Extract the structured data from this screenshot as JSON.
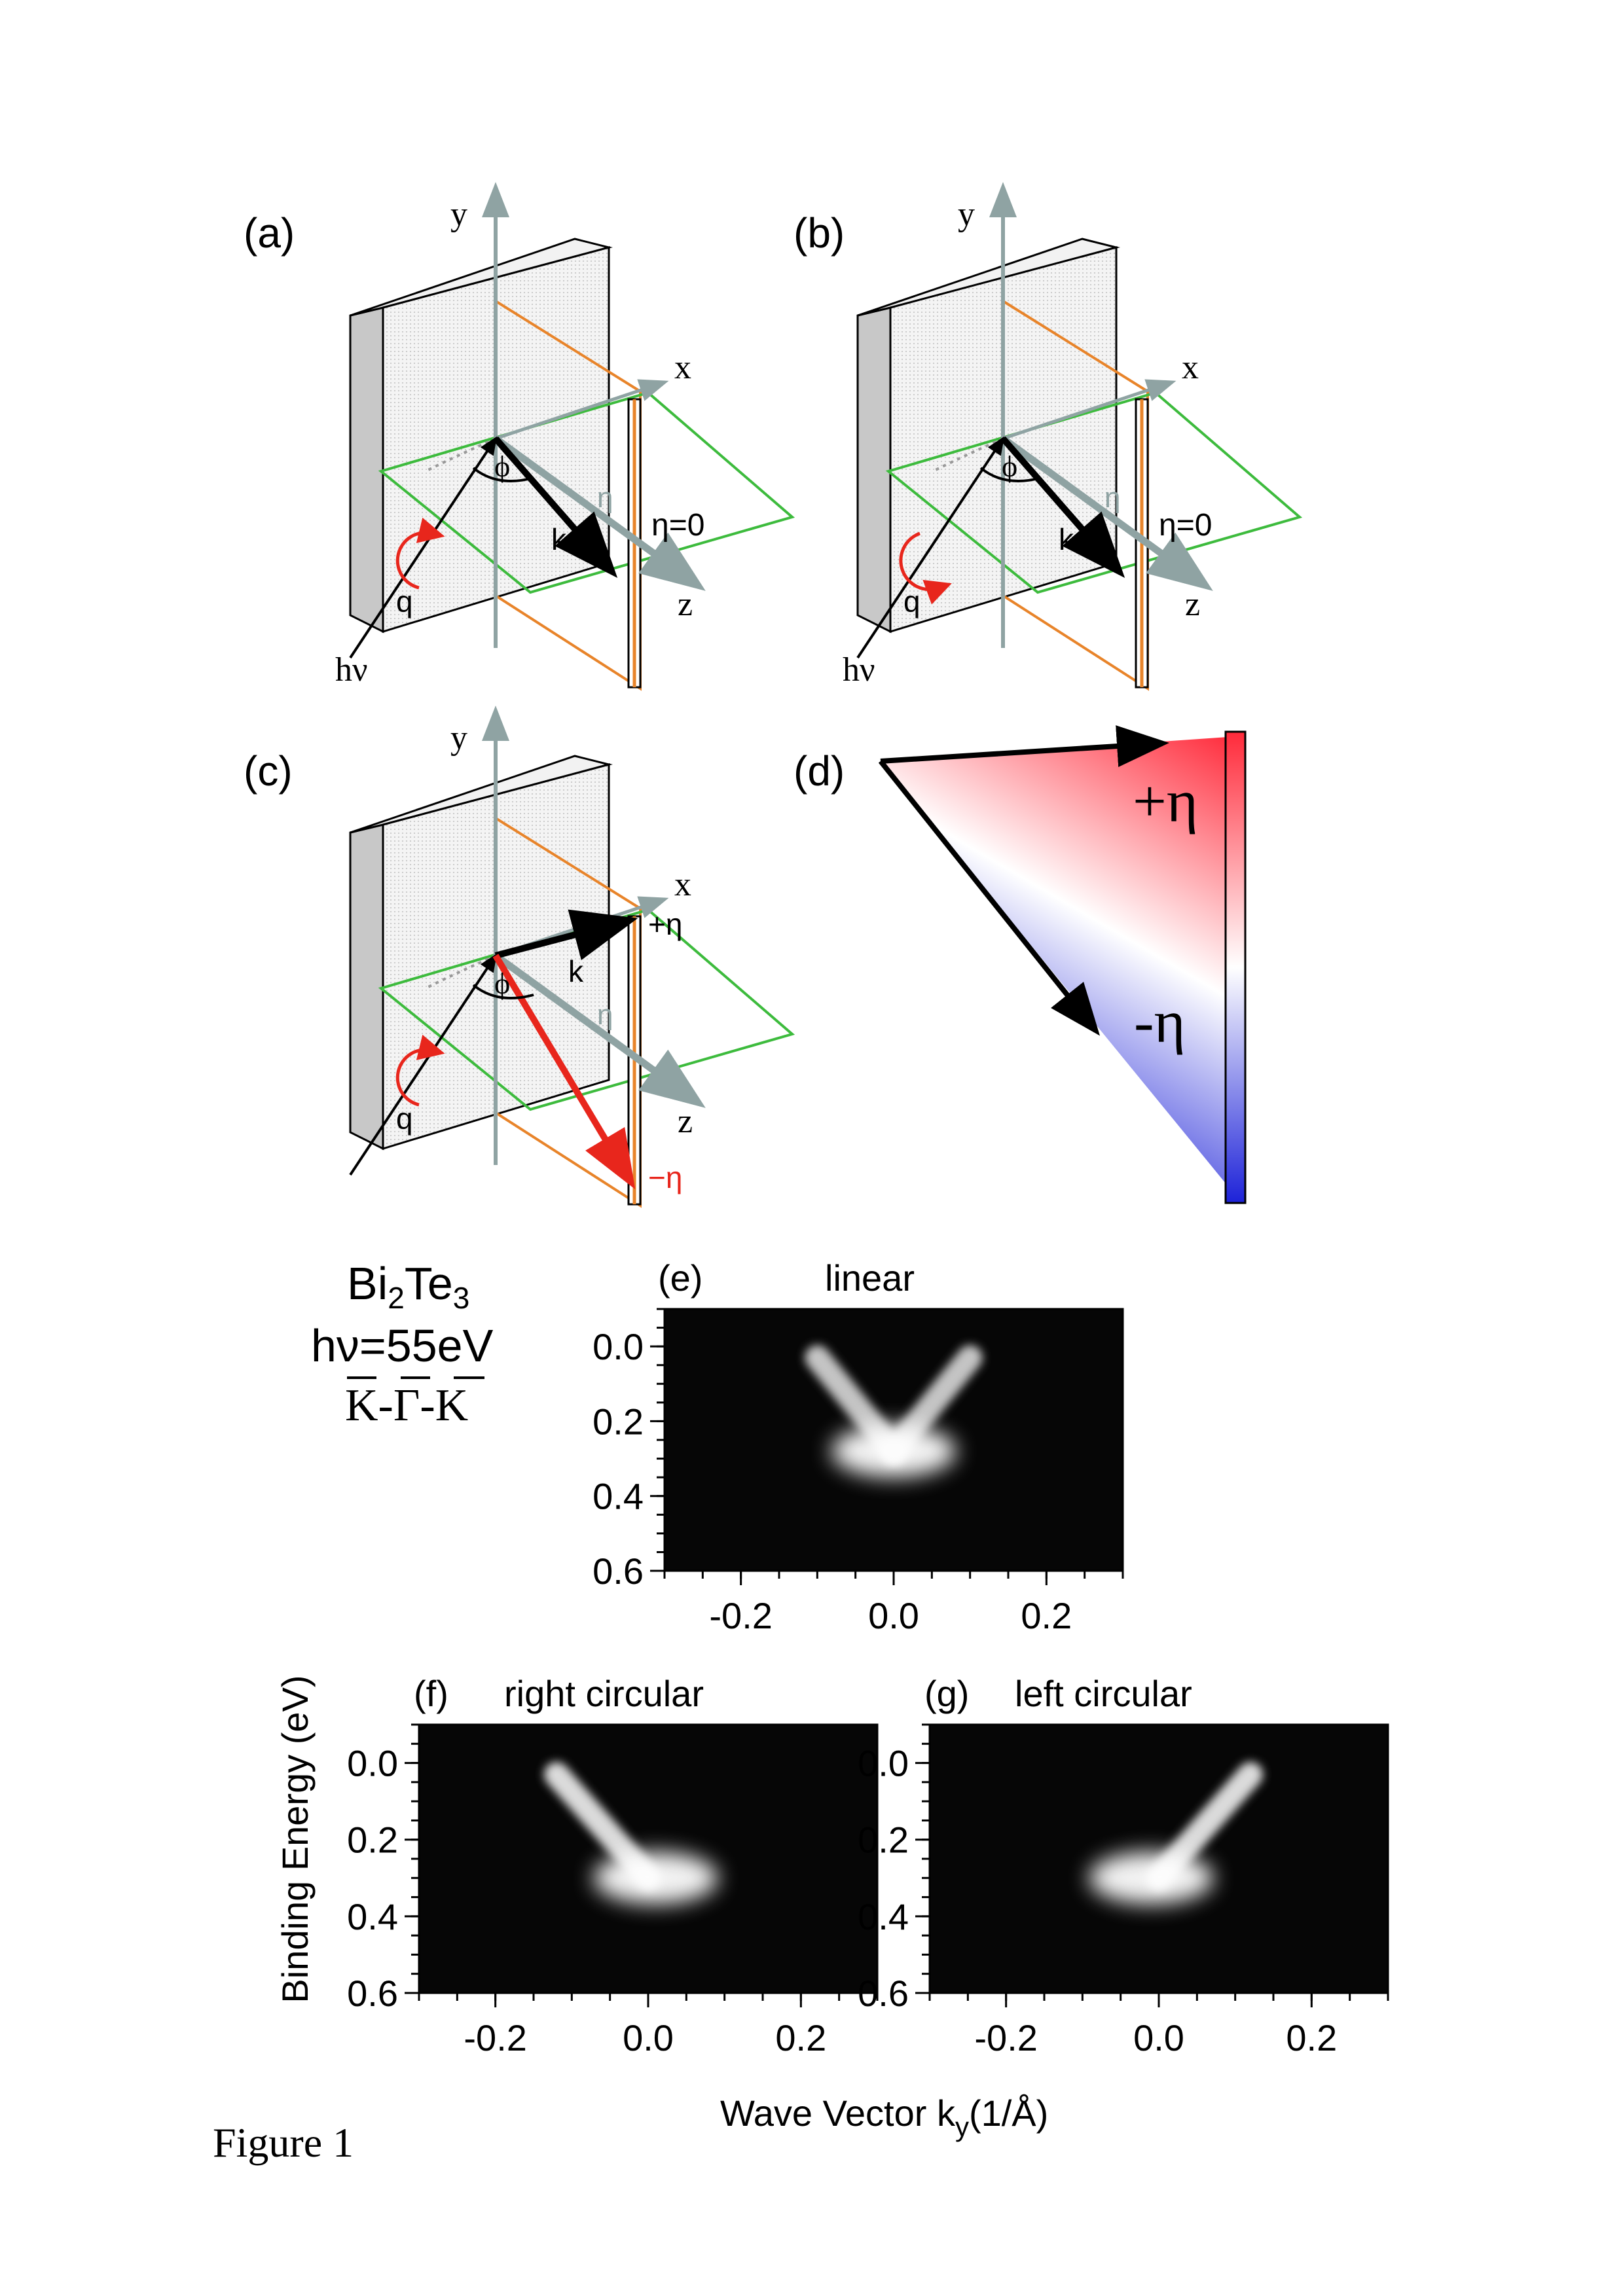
{
  "figure": {
    "caption": "Figure 1",
    "panel_labels": {
      "a": "(a)",
      "b": "(b)",
      "c": "(c)",
      "d": "(d)",
      "e": "(e)",
      "f": "(f)",
      "g": "(g)"
    },
    "axis_names": {
      "x": "x",
      "y": "y",
      "z": "z"
    },
    "vectors": {
      "photon": "hν",
      "q": "q",
      "k": "k",
      "eta": "η",
      "phi": "ϕ"
    },
    "annotations": {
      "eta_zero": "η=0",
      "plus_eta": "+η",
      "minus_eta": "−η",
      "minus_eta_d": "-η"
    },
    "sample_info": {
      "material_main": "Bi",
      "material_sub1": "2",
      "material_mid": "Te",
      "material_sub2": "3",
      "photon_energy": "hν=55eV",
      "direction": "K-Γ-K"
    },
    "colors": {
      "orange_plane": "#e8842a",
      "green_plane": "#3dbb3d",
      "gray_arrow": "#8fa3a3",
      "red_arrow": "#e8261c",
      "pos_eta": "#ff3040",
      "neg_eta": "#2830e0"
    }
  },
  "chart_data": [
    {
      "type": "heatmap",
      "panel": "e",
      "title": "linear",
      "xlim": [
        -0.3,
        0.3
      ],
      "ylim": [
        0.6,
        -0.1
      ],
      "xticks": [
        -0.2,
        0.0,
        0.2
      ],
      "yticks": [
        0.0,
        0.2,
        0.4,
        0.6
      ],
      "xticklabels": [
        "-0.2",
        "0.0",
        "0.2"
      ],
      "yticklabels": [
        "0.0",
        "0.2",
        "0.4",
        "0.6"
      ],
      "bands": [
        {
          "x": [
            -0.1,
            0.0
          ],
          "y": [
            0.03,
            0.28
          ],
          "intensity": 0.85
        },
        {
          "x": [
            0.1,
            0.0
          ],
          "y": [
            0.03,
            0.28
          ],
          "intensity": 0.85
        }
      ],
      "hotspot": {
        "x": 0.0,
        "y": 0.28,
        "intensity": 1.0
      }
    },
    {
      "type": "heatmap",
      "panel": "f",
      "title": "right circular",
      "xlim": [
        -0.3,
        0.3
      ],
      "ylim": [
        0.6,
        -0.1
      ],
      "xticks": [
        -0.2,
        0.0,
        0.2
      ],
      "yticks": [
        0.0,
        0.2,
        0.4,
        0.6
      ],
      "xticklabels": [
        "-0.2",
        "0.0",
        "0.2"
      ],
      "yticklabels": [
        "0.0",
        "0.2",
        "0.4",
        "0.6"
      ],
      "bands": [
        {
          "x": [
            -0.12,
            0.0
          ],
          "y": [
            0.03,
            0.3
          ],
          "intensity": 0.95
        }
      ],
      "hotspot": {
        "x": 0.01,
        "y": 0.3,
        "intensity": 1.0
      }
    },
    {
      "type": "heatmap",
      "panel": "g",
      "title": "left circular",
      "xlim": [
        -0.3,
        0.3
      ],
      "ylim": [
        0.6,
        -0.1
      ],
      "xticks": [
        -0.2,
        0.0,
        0.2
      ],
      "yticks": [
        0.0,
        0.2,
        0.4,
        0.6
      ],
      "xticklabels": [
        "-0.2",
        "0.0",
        "0.2"
      ],
      "yticklabels": [
        "0.0",
        "0.2",
        "0.4",
        "0.6"
      ],
      "bands": [
        {
          "x": [
            0.12,
            0.0
          ],
          "y": [
            0.03,
            0.3
          ],
          "intensity": 0.95
        }
      ],
      "hotspot": {
        "x": -0.01,
        "y": 0.3,
        "intensity": 1.0
      }
    }
  ],
  "axes": {
    "ylabel": "Binding Energy (eV)",
    "xlabel_main": "Wave Vector k",
    "xlabel_sub": "y",
    "xlabel_unit": "(1/Å)"
  }
}
